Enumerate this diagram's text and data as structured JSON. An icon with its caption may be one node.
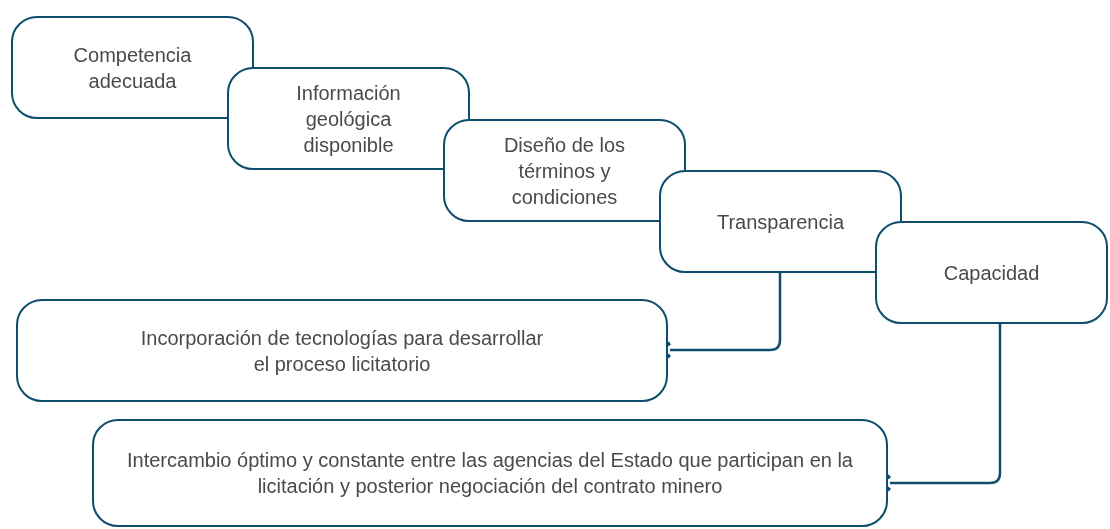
{
  "diagram": {
    "nodes": [
      {
        "text": [
          "Competencia adecuada"
        ]
      },
      {
        "text": [
          "Información geológica disponible"
        ]
      },
      {
        "text": [
          "Diseño de los términos y condiciones"
        ]
      },
      {
        "text": [
          "Transparencia"
        ]
      },
      {
        "text": [
          "Capacidad"
        ]
      },
      {
        "text": [
          "Incorporación de tecnologías para desarrollar el proceso licitatorio"
        ]
      },
      {
        "text": [
          "Intercambio óptimo y constante entre las agencias del Estado que participan en la licitación y posterior negociación del contrato minero"
        ]
      }
    ],
    "edges": [
      {
        "from": 3,
        "to": 5,
        "arrow": "to"
      },
      {
        "from": 4,
        "to": 6,
        "arrow": "to"
      }
    ]
  }
}
